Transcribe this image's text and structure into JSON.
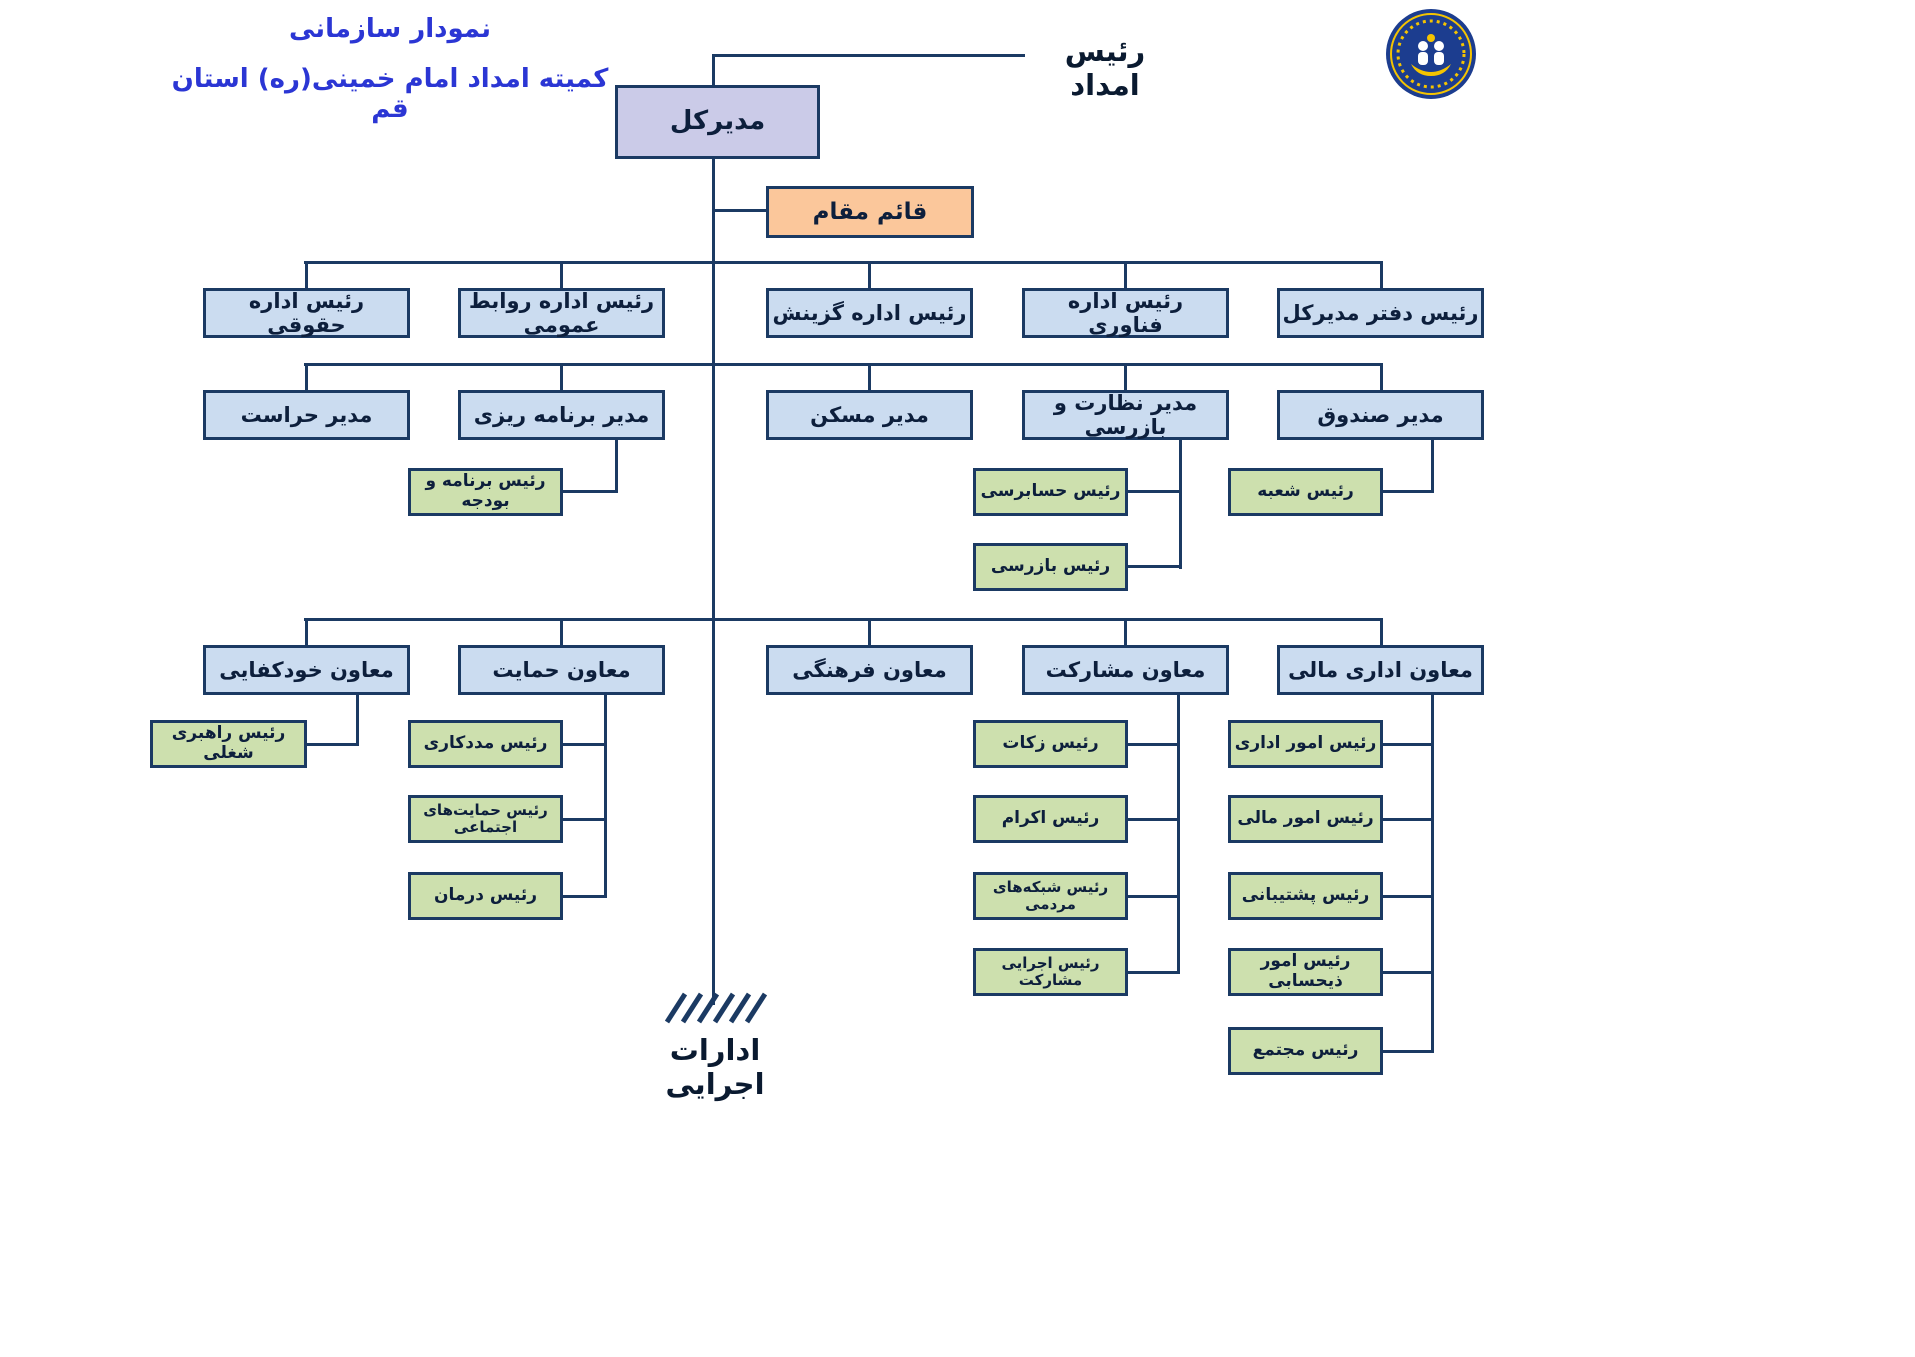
{
  "header": {
    "title_line1": "نمودار سازمانی",
    "title_line2": "کمیته امداد امام خمینی(ره) استان قم"
  },
  "org": {
    "head_label": "رئیس امداد",
    "director_general": "مدیرکل",
    "deputy": "قائم مقام",
    "offices": [
      "رئیس اداره حقوقی",
      "رئیس اداره روابط عمومی",
      "رئیس اداره گزینش",
      "رئیس اداره فناوری",
      "رئیس دفتر مدیرکل"
    ],
    "managers": [
      "مدیر حراست",
      "مدیر برنامه ریزی",
      "مدیر مسکن",
      "مدیر نظارت و بازرسی",
      "مدیر صندوق"
    ],
    "planning_sub": "رئیس برنامه و بودجه",
    "oversight_subs": [
      "رئیس حسابرسی",
      "رئیس بازرسی"
    ],
    "fund_sub": "رئیس شعبه",
    "deputies": [
      "معاون خودکفایی",
      "معاون حمایت",
      "معاون فرهنگی",
      "معاون مشارکت",
      "معاون اداری مالی"
    ],
    "selfsufficiency_sub": "رئیس راهبری شغلی",
    "support_subs": [
      "رئیس مددکاری",
      "رئیس حمایت‌های اجتماعی",
      "رئیس درمان"
    ],
    "participation_subs": [
      "رئیس زکات",
      "رئیس اکرام",
      "رئیس شبکه‌های مردمی",
      "رئیس اجرایی مشارکت"
    ],
    "admin_finance_subs": [
      "رئیس امور اداری",
      "رئیس امور مالی",
      "رئیس پشتیبانی",
      "رئیس امور ذیحسابی",
      "رئیس مجتمع"
    ],
    "executive_label": "ادارات اجرایی"
  },
  "colors": {
    "line": "#1b3a63",
    "box_blue": "#cbdcf0",
    "box_purple": "#cbcbe8",
    "box_orange": "#fbc79b",
    "box_green": "#cde0ae",
    "title_blue": "#2b36d4"
  }
}
